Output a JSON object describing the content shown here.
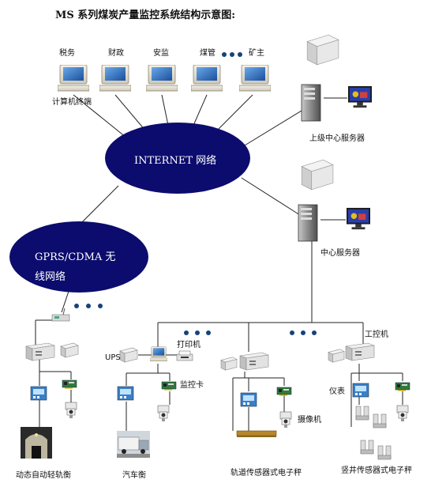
{
  "title": "MS 系列煤炭产量监控系统结构示意图:",
  "clients": [
    "税务",
    "财政",
    "安监",
    "煤管",
    "矿主"
  ],
  "terminal_label": "计算机终端",
  "internet_label": "INTERNET 网络",
  "upper_server_label": "上级中心服务器",
  "center_server_label": "中心服务器",
  "gprs_line1": "GPRS/CDMA  无",
  "gprs_line2": "线网络",
  "ups_label": "UPS",
  "printer_label": "打印机",
  "monitor_card_label": "监控卡",
  "camera_label": "摄像机",
  "ipc_label": "工控机",
  "meter_label": "仪表",
  "site_labels": [
    "动态自动轻轨衡",
    "汽车衡",
    "轨道传感器式电子秤",
    "竖井传感器式电子秤"
  ],
  "colors": {
    "ellipse": "#0c0c6e",
    "line": "#222222"
  }
}
